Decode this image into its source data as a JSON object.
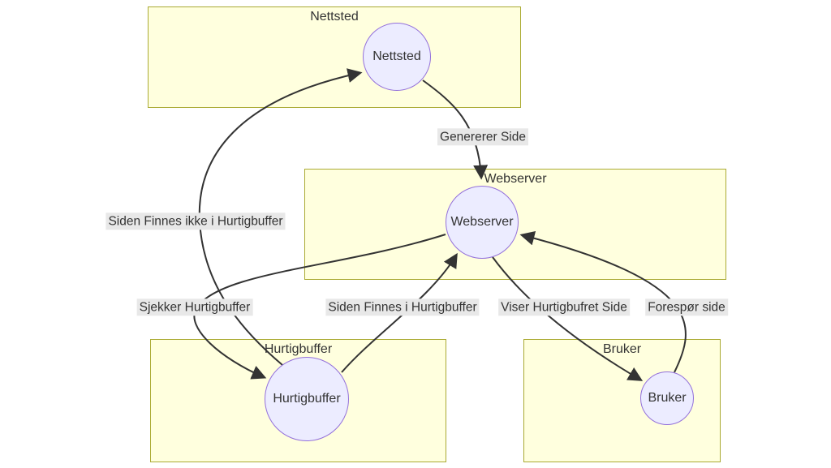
{
  "diagram": {
    "type": "flowchart-with-subgraphs",
    "clusters": [
      {
        "id": "nettsted",
        "label": "Nettsted"
      },
      {
        "id": "webserver",
        "label": "Webserver"
      },
      {
        "id": "hurtigbuffer",
        "label": "Hurtigbuffer"
      },
      {
        "id": "bruker",
        "label": "Bruker"
      }
    ],
    "nodes": [
      {
        "id": "nettsted",
        "label": "Nettsted"
      },
      {
        "id": "webserver",
        "label": "Webserver"
      },
      {
        "id": "hurtigbuffer",
        "label": "Hurtigbuffer"
      },
      {
        "id": "bruker",
        "label": "Bruker"
      }
    ],
    "edges": [
      {
        "from": "nettsted",
        "to": "webserver",
        "label": "Genererer Side"
      },
      {
        "from": "hurtigbuffer",
        "to": "nettsted",
        "label": "Siden Finnes ikke i Hurtigbuffer"
      },
      {
        "from": "webserver",
        "to": "hurtigbuffer",
        "label": "Sjekker Hurtigbuffer"
      },
      {
        "from": "hurtigbuffer",
        "to": "webserver",
        "label": "Siden Finnes i Hurtigbuffer"
      },
      {
        "from": "webserver",
        "to": "bruker",
        "label": "Viser Hurtigbufret Side"
      },
      {
        "from": "bruker",
        "to": "webserver",
        "label": "Forespør side"
      }
    ],
    "colors": {
      "cluster_fill": "#ffffde",
      "cluster_border": "#aaaa33",
      "node_fill": "#ececff",
      "node_border": "#9370db",
      "edge": "#333333",
      "edge_label_bg": "#e8e8e8",
      "text": "#333333"
    }
  }
}
